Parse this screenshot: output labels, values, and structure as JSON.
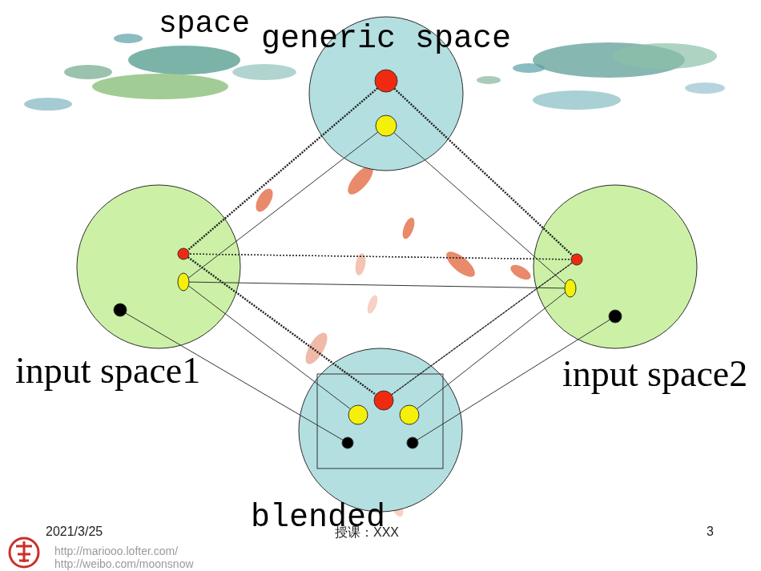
{
  "diagram": {
    "nodes": [
      {
        "text": [
          "generic space"
        ]
      },
      {
        "text": [
          "input space1"
        ]
      },
      {
        "text": [
          "input space2"
        ]
      },
      {
        "text": [
          "blended"
        ]
      }
    ],
    "edges": [
      {
        "from": 0,
        "to": 1,
        "arrow": "none"
      },
      {
        "from": 0,
        "to": 2,
        "arrow": "none"
      },
      {
        "from": 1,
        "to": 2,
        "arrow": "none"
      },
      {
        "from": 1,
        "to": 3,
        "arrow": "none"
      },
      {
        "from": 2,
        "to": 3,
        "arrow": "none"
      }
    ],
    "labels": [
      "space",
      "2021/3/25",
      "授课：XXX",
      "3",
      "http://mariooo.lofter.com/",
      "http://weibo.com/moonsnow"
    ]
  }
}
